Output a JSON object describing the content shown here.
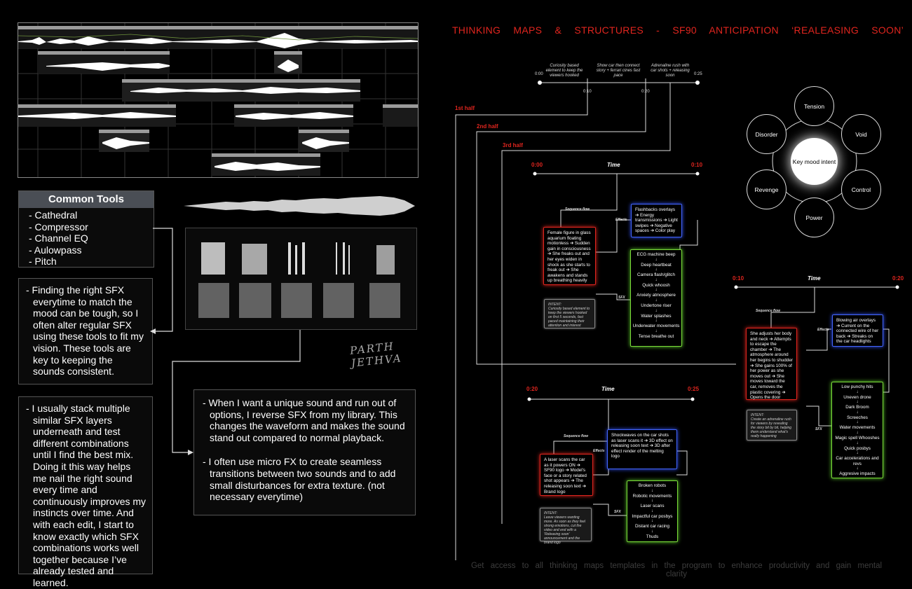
{
  "tools": {
    "heading": "Common Tools",
    "items": [
      "- Cathedral",
      "- Compressor",
      "- Channel EQ",
      "- Aulowpass",
      "- Pitch"
    ]
  },
  "notes": {
    "sfx_match": "- Finding the right SFX everytime to match the mood can be tough, so I often alter regular SFX using these tools to fit my vision. These tools are key to keeping the sounds consistent.",
    "stacking": "- I usually stack multiple similar SFX layers underneath and test different combinations until I find the best mix. Doing it this way helps me nail the right sound every time and continuously improves my instincts over time. And with each edit, I start to know exactly which SFX combinations works well together because I’ve already tested and learned.",
    "reverse": "- When I want a unique sound and run out of options, I reverse SFX from my library. This changes the waveform and makes the sound stand out compared to normal playback.",
    "micro_fx": "- I often use micro FX to create seamless transitions between two sounds and to add small disturbances for extra texture. (not necessary everytime)"
  },
  "signature": "PARTH JETHVA",
  "title": "THINKING MAPS & STRUCTURES - SF90 ANTICIPATION ‘REALEASING SOON’",
  "footer": "Get access to all thinking maps templates in the program to enhance productivity and gain mental clarity",
  "top_timeline": {
    "start": "0:00",
    "end": "0:25",
    "mid1": "0:10",
    "mid2": "0:20",
    "desc1": "Curiosity based element to keep the viewers hooked",
    "desc2": "Show car then connect story + ferrari cines fast pace",
    "desc3": "Adrenaline rush with car shots + releasing soon"
  },
  "halves": {
    "first": "1st half",
    "second": "2nd half",
    "third": "3rd half"
  },
  "labels": {
    "time": "Time",
    "sequence_flow": "Sequence flow",
    "effects": "Effects",
    "sfx": "SFX"
  },
  "section1": {
    "start": "0:00",
    "end": "0:10",
    "story": "Female figure in glass aquarium floating motionless ➔ Sudden gain in consciousness ➔ She freaks out and her eyes widen in shock as she starts to freak out ➔ She awakens and stands up breathing heavily",
    "effects": "Flashbacks overlays ➔ Energy transmissions ➔ Light swipes ➔ Negative spaces ➔ Color play",
    "intent_label": "INTENT:",
    "intent": "Curiosity based element to keep the viewers hooked on first 5 seconds, fast paced maintaining their attention and interest",
    "sfx": [
      "ECG machine beep",
      "Deep heartbeat",
      "Camera flash/glitch",
      "Quick whoosh",
      "Anxiety atmosphere",
      "Undertone riser",
      "Water splashes",
      "Underwater movements",
      "Tense breathe out"
    ]
  },
  "section2": {
    "start": "0:10",
    "end": "0:20",
    "story": "She adjusts her body and neck ➔ Attempts to escape the chamber ➔ The atmosphere around her begins to shudder ➔ She gains 100% of her power as she moves out ➔ She moves toward the car, removes the plastic covering ➔ Opens the door",
    "effects": "Blowing air overlays ➔ Current on the connected wire of her back ➔ Streaks on the car headlights",
    "intent_label": "INTENT:",
    "intent": "Create an adrenaline rush for viewers by revealing the story bit by bit, helping them understand what’s really happening",
    "sfx": [
      "Low punchy hits",
      "Uneven drone",
      "Dark Broom",
      "Screeches",
      "Water movements",
      "Magic spell Whooshes",
      "Quick posbys",
      "Car accelerations and revs",
      "Aggresive impacts"
    ]
  },
  "section3": {
    "start": "0:20",
    "end": "0:25",
    "story": "A laser scans the car as it powers ON ➔ SF90 logo ➔ Model's face or a story related shot appears ➔ The releasing soon text ➔ Brand logo",
    "effects": "Shockwaves on the car shots as laser scans it ➔ 3D effect on releasing soon text ➔ 3D after effect render of the melting logo",
    "intent_label": "INTENT:",
    "intent": "Leave viewers wanting more. As soon as they feel strong emotions, cut the video and end with a 'Releasing soon' announcement and the brand logo",
    "sfx": [
      "Broken robots",
      "Robotic movements",
      "Laser scans",
      "Impactful car posbys",
      "Distant car racing",
      "Thuds"
    ]
  },
  "mood": {
    "center": "Key mood intent",
    "nodes": [
      "Tension",
      "Void",
      "Control",
      "Power",
      "Revenge",
      "Disorder"
    ]
  },
  "colors": {
    "accent": "#e0251e",
    "effects": "#4466ff",
    "sfx": "#7bdc3a"
  }
}
